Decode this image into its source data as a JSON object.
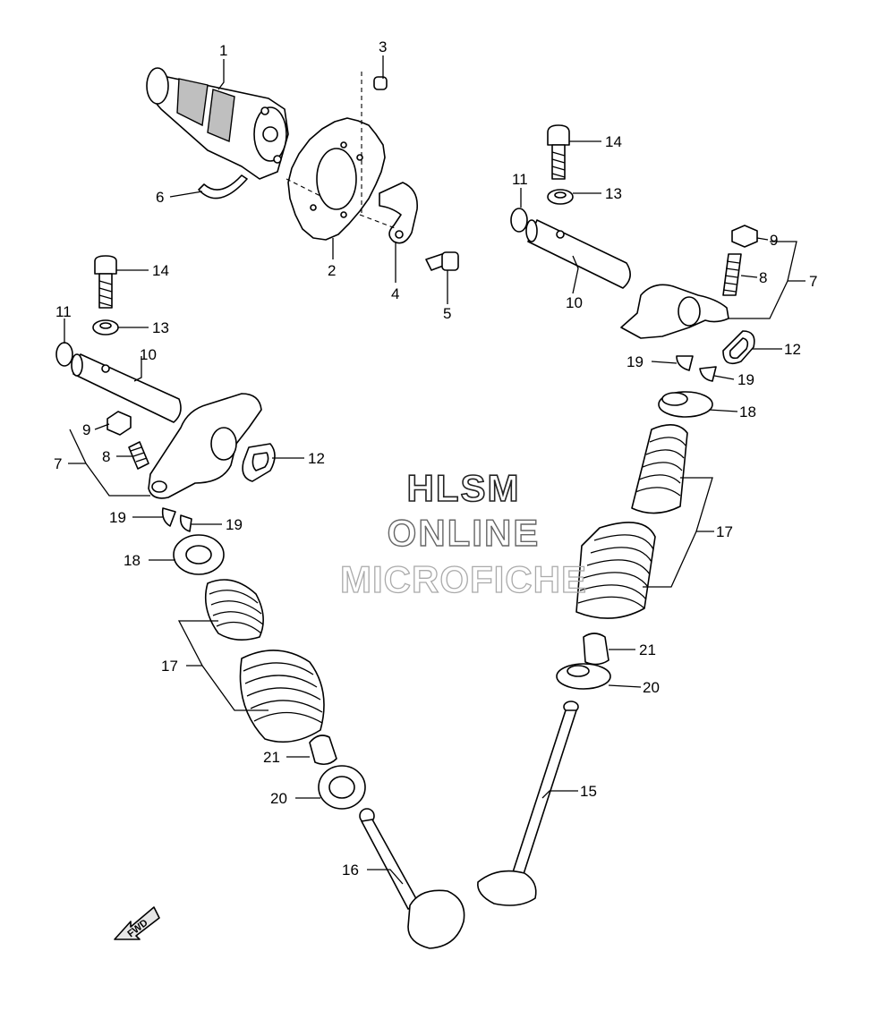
{
  "watermark": {
    "line1": "HLSM",
    "line2": "ONLINE",
    "line3": "MICROFICHE"
  },
  "fwd_label": "FWD",
  "callouts": {
    "c1": "1",
    "c2": "2",
    "c3": "3",
    "c4": "4",
    "c5": "5",
    "c6": "6",
    "l7": "7",
    "l8": "8",
    "l9": "9",
    "l10": "10",
    "l11": "11",
    "l12": "12",
    "l13": "13",
    "l14": "14",
    "l17": "17",
    "l18": "18",
    "l19a": "19",
    "l19b": "19",
    "l20": "20",
    "l21": "21",
    "l16": "16",
    "r7": "7",
    "r8": "8",
    "r9": "9",
    "r10": "10",
    "r11": "11",
    "r12": "12",
    "r13": "13",
    "r14": "14",
    "r15": "15",
    "r17": "17",
    "r18": "18",
    "r19a": "19",
    "r19b": "19",
    "r20": "20",
    "r21": "21"
  }
}
